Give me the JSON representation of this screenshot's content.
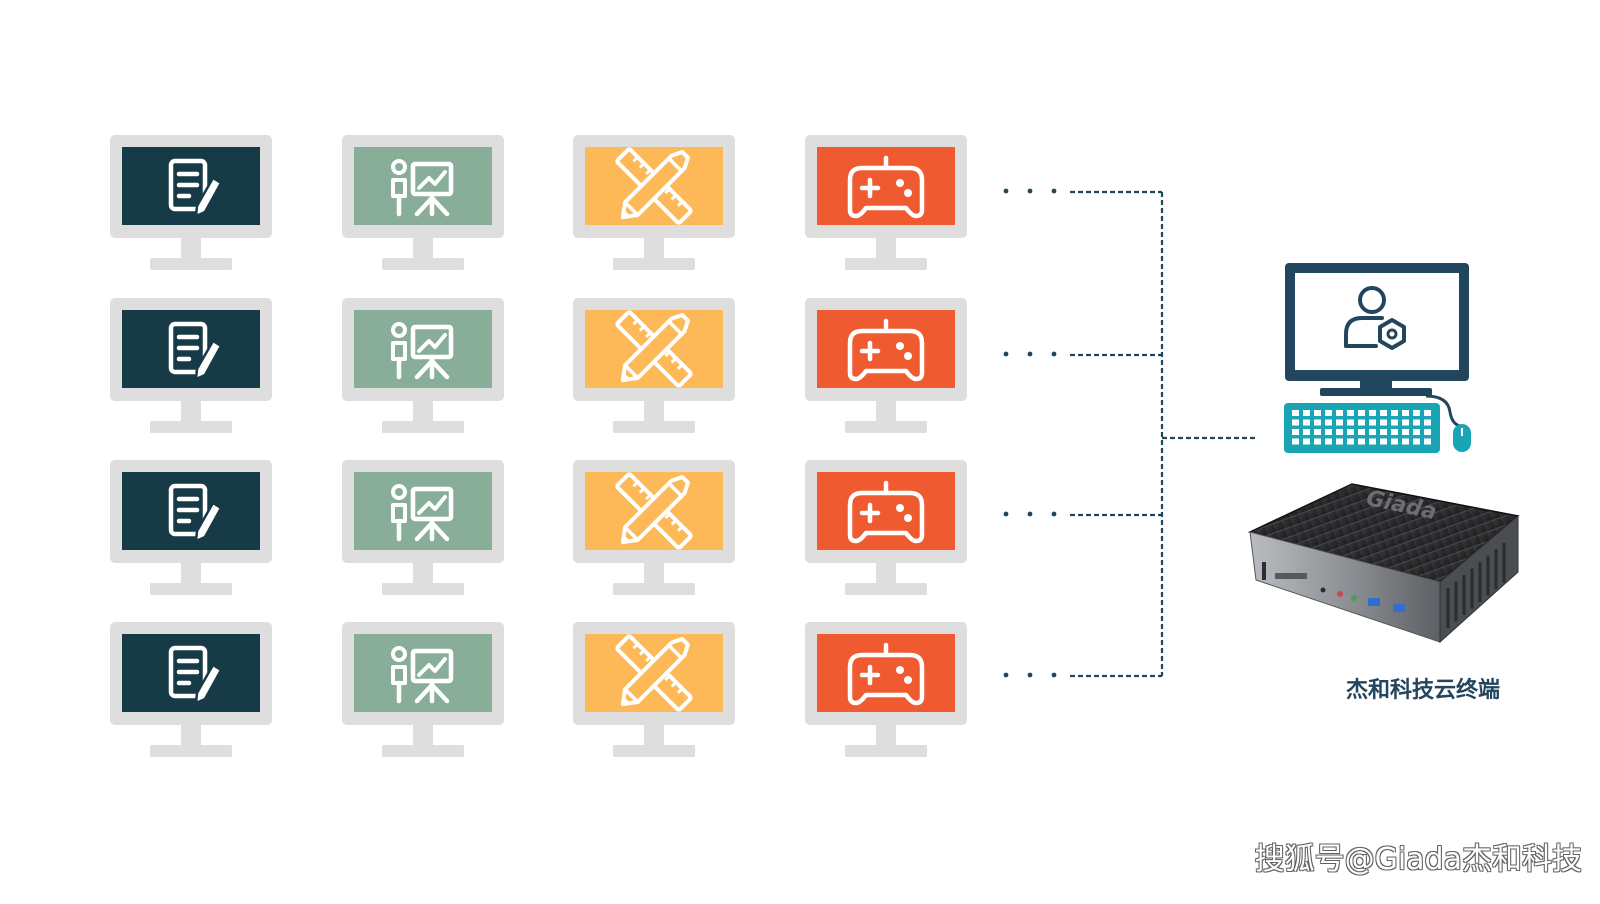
{
  "colors": {
    "document": "#173a47",
    "class": "#88ad99",
    "design": "#fdb957",
    "game": "#f05a30",
    "monitor_frame": "#dedede",
    "connector": "#23465f",
    "terminal_blue": "#1aa5b5"
  },
  "grid": {
    "columns": [
      {
        "app": "document",
        "icon": "document-edit-icon"
      },
      {
        "app": "class",
        "icon": "presentation-class-icon"
      },
      {
        "app": "design",
        "icon": "pencil-ruler-icon"
      },
      {
        "app": "game",
        "icon": "gamepad-icon"
      }
    ],
    "row_count": 4,
    "ellipsis": "· · ·"
  },
  "terminal": {
    "brand": "Giada",
    "label": "杰和科技云终端"
  },
  "watermark": "搜狐号@Giada杰和科技"
}
